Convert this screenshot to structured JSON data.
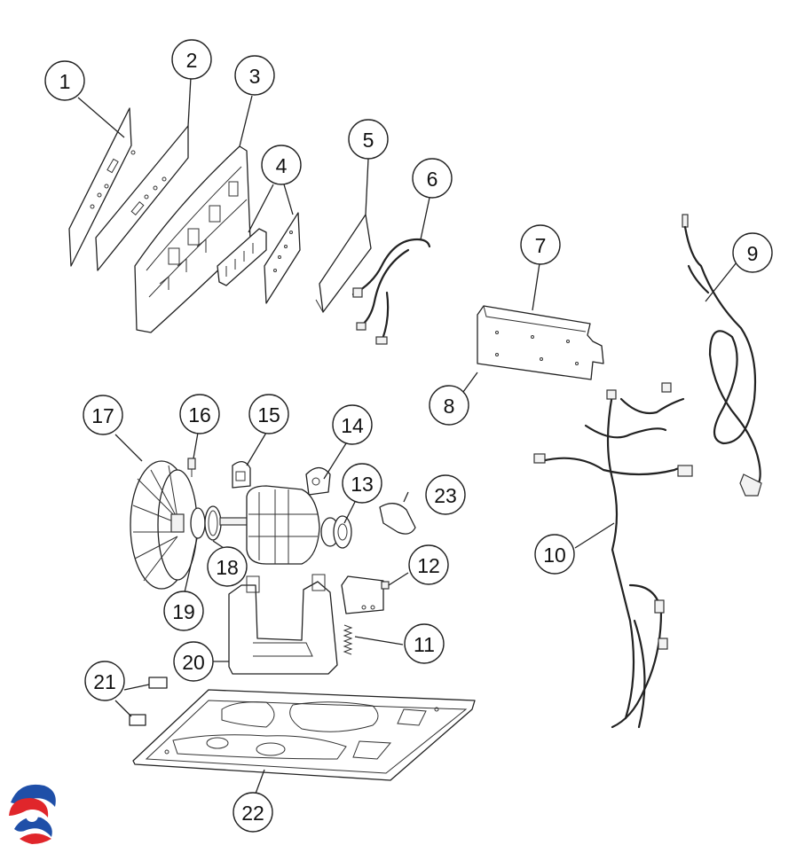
{
  "callouts": [
    {
      "id": "c1",
      "label": "1"
    },
    {
      "id": "c2",
      "label": "2"
    },
    {
      "id": "c3",
      "label": "3"
    },
    {
      "id": "c4",
      "label": "4"
    },
    {
      "id": "c5",
      "label": "5"
    },
    {
      "id": "c6",
      "label": "6"
    },
    {
      "id": "c7",
      "label": "7"
    },
    {
      "id": "c8",
      "label": "8"
    },
    {
      "id": "c9",
      "label": "9"
    },
    {
      "id": "c10",
      "label": "10"
    },
    {
      "id": "c11",
      "label": "11"
    },
    {
      "id": "c12",
      "label": "12"
    },
    {
      "id": "c13",
      "label": "13"
    },
    {
      "id": "c14",
      "label": "14"
    },
    {
      "id": "c15",
      "label": "15"
    },
    {
      "id": "c16",
      "label": "16"
    },
    {
      "id": "c17",
      "label": "17"
    },
    {
      "id": "c18",
      "label": "18"
    },
    {
      "id": "c19",
      "label": "19"
    },
    {
      "id": "c20",
      "label": "20"
    },
    {
      "id": "c21",
      "label": "21"
    },
    {
      "id": "c22",
      "label": "22"
    },
    {
      "id": "c23",
      "label": "23"
    }
  ],
  "logo": {
    "icon": "swirl-logo-icon",
    "colors": [
      "#1f4fa8",
      "#e0262b"
    ]
  }
}
